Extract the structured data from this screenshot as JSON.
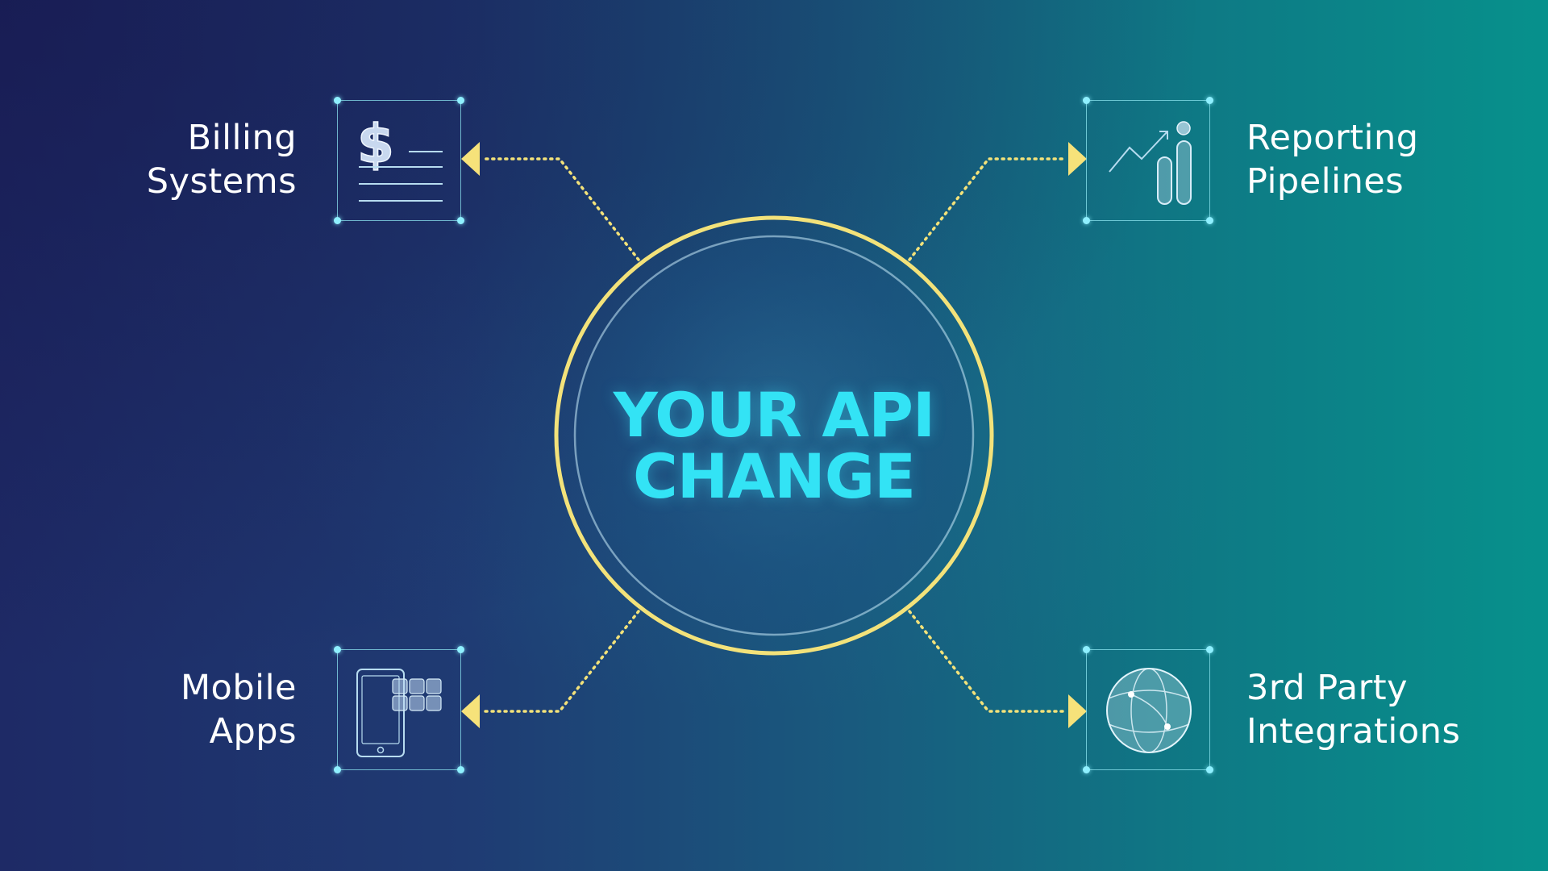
{
  "center": {
    "line1": "YOUR API",
    "line2": "CHANGE"
  },
  "nodes": {
    "billing": {
      "line1": "Billing",
      "line2": "Systems",
      "icon": "billing-document-icon"
    },
    "reporting": {
      "line1": "Reporting",
      "line2": "Pipelines",
      "icon": "chart-growth-icon"
    },
    "mobile": {
      "line1": "Mobile",
      "line2": "Apps",
      "icon": "mobile-phone-apps-icon"
    },
    "integrations": {
      "line1": "3rd Party",
      "line2": "Integrations",
      "icon": "globe-network-icon"
    }
  },
  "colors": {
    "accent_ring": "#f3e27a",
    "center_text": "#33e3f5",
    "box_border": "#8ce6f0",
    "arrow": "#f6e27a"
  }
}
